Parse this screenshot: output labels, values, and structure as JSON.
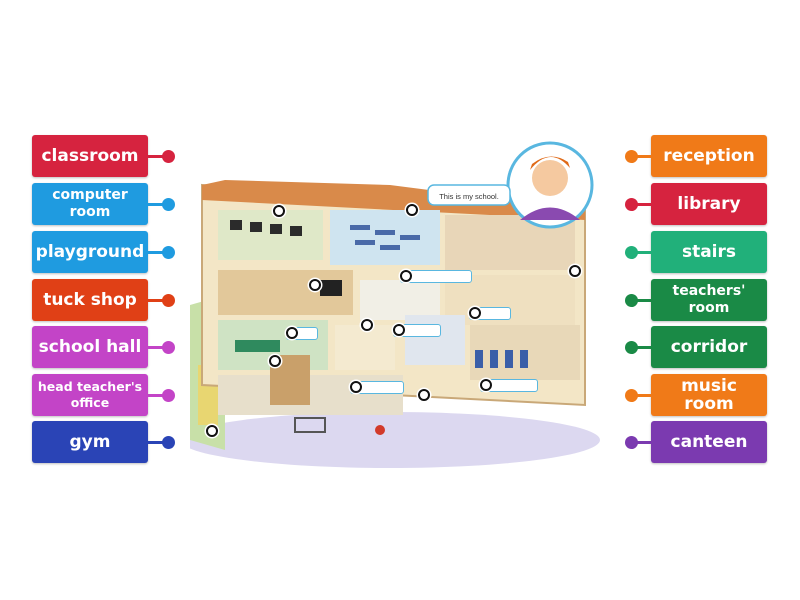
{
  "left_labels": [
    {
      "text": "classroom",
      "color": "#d6233f"
    },
    {
      "text": "computer room",
      "color": "#1f9be0"
    },
    {
      "text": "playground",
      "color": "#1f9be0"
    },
    {
      "text": "tuck shop",
      "color": "#e04016"
    },
    {
      "text": "school hall",
      "color": "#c344c7"
    },
    {
      "text": "head teacher's office",
      "color": "#c344c7"
    },
    {
      "text": "gym",
      "color": "#2a44b6"
    }
  ],
  "right_labels": [
    {
      "text": "reception",
      "color": "#f07a18"
    },
    {
      "text": "library",
      "color": "#d6233f"
    },
    {
      "text": "stairs",
      "color": "#21b07a"
    },
    {
      "text": "teachers' room",
      "color": "#1a8a46"
    },
    {
      "text": "corridor",
      "color": "#1a8a46"
    },
    {
      "text": "music room",
      "color": "#f07a18"
    },
    {
      "text": "canteen",
      "color": "#7b3ab0"
    }
  ],
  "speech_bubble": "This is my school."
}
